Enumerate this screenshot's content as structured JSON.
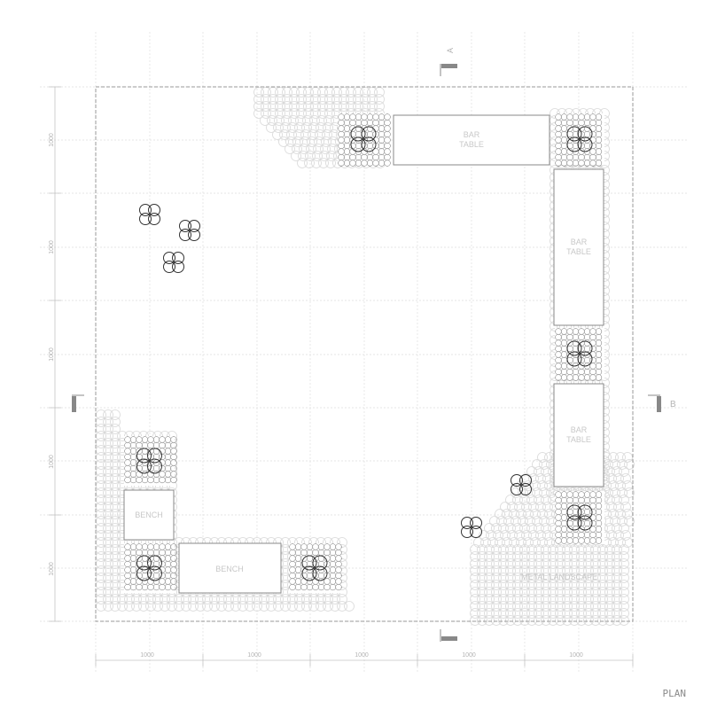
{
  "drawing": {
    "title": "PLAN",
    "section_markers": {
      "top": "A",
      "right": "B"
    },
    "grid_dimensions": {
      "horizontal": [
        "1000",
        "1000",
        "1000",
        "1000",
        "1000"
      ],
      "vertical": [
        "1000",
        "1000",
        "1000",
        "1000",
        "1000"
      ]
    },
    "furniture": {
      "bar_table_top": [
        "BAR",
        "TABLE"
      ],
      "bar_table_right_upper": [
        "BAR",
        "TABLE"
      ],
      "bar_table_right_lower": [
        "BAR",
        "TABLE"
      ],
      "bench_vertical": "BENCH",
      "bench_horizontal": "BENCH"
    },
    "zone_label": "METAL LANDSCAPE"
  },
  "colors": {
    "line": "#999999",
    "grid": "#dddddd",
    "circles_light": "#d6d6d6",
    "circles_dark": "#555555",
    "marker": "#888888"
  }
}
